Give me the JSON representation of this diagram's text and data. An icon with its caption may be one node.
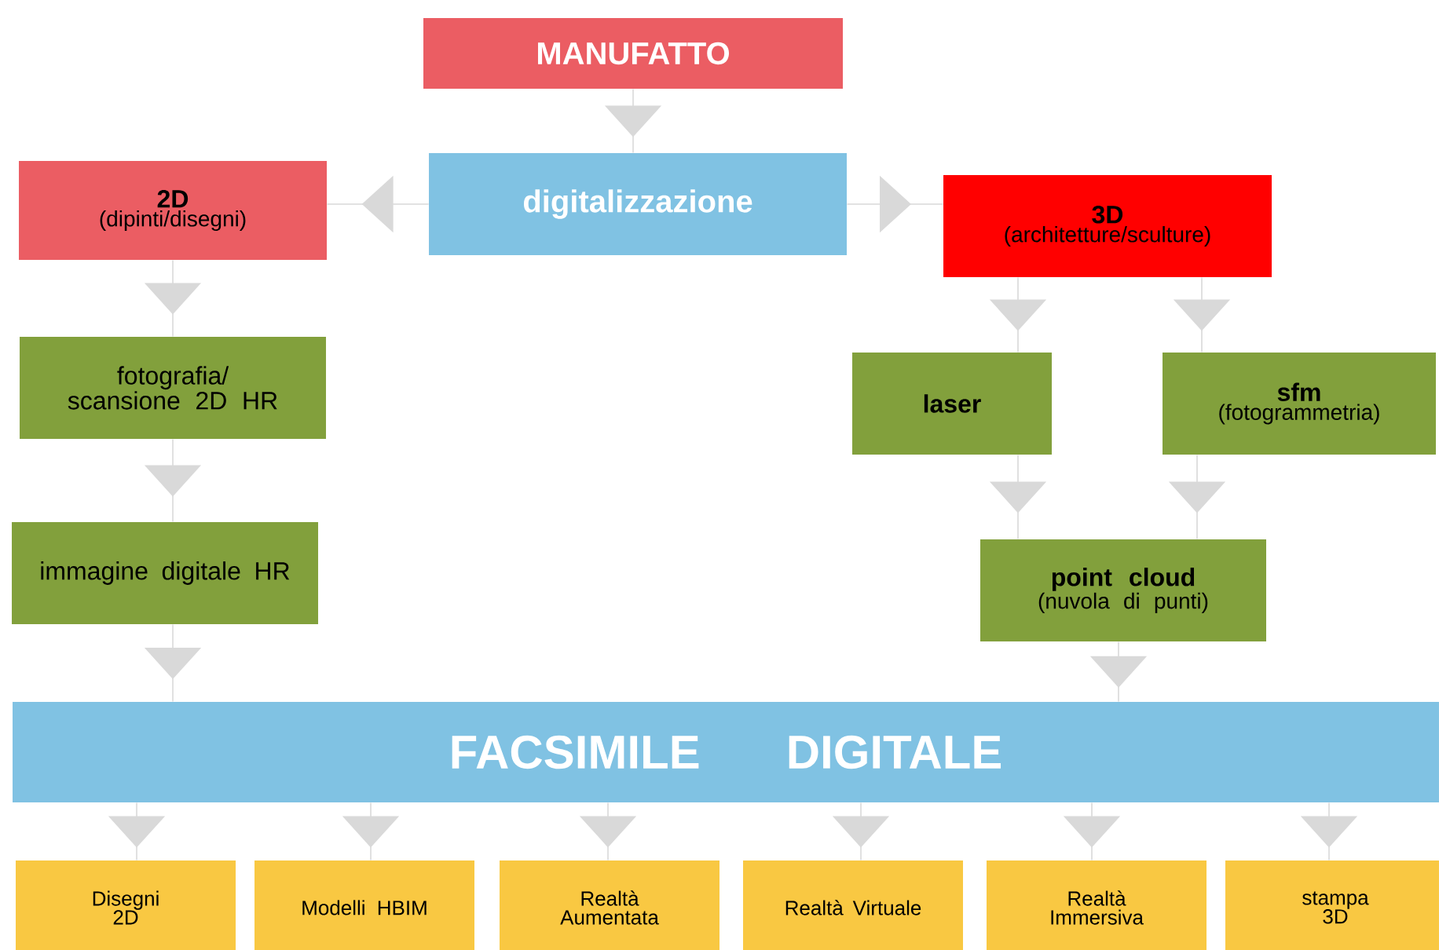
{
  "diagram": {
    "nodes": [
      {
        "text": [
          "MANUFATTO"
        ]
      },
      {
        "text": [
          "digitalizzazione"
        ]
      },
      {
        "text": [
          "2D",
          "(dipinti/disegni)"
        ]
      },
      {
        "text": [
          "3D",
          "(architetture/sculture)"
        ]
      },
      {
        "text": [
          "fotografia/ scansione 2D HR"
        ]
      },
      {
        "text": [
          "laser"
        ]
      },
      {
        "text": [
          "sfm",
          "(fotogrammetria)"
        ]
      },
      {
        "text": [
          "immagine digitale HR"
        ]
      },
      {
        "text": [
          "point cloud",
          "(nuvola di punti)"
        ]
      },
      {
        "text": [
          "FACSIMILE DIGITALE"
        ]
      },
      {
        "text": [
          "Disegni 2D"
        ]
      },
      {
        "text": [
          "Modelli HBIM"
        ]
      },
      {
        "text": [
          "Realtà Aumentata"
        ]
      },
      {
        "text": [
          "Realtà Virtuale"
        ]
      },
      {
        "text": [
          "Realtà Immersiva"
        ]
      },
      {
        "text": [
          "stampa 3D"
        ]
      }
    ],
    "edges": [
      {
        "from": 0,
        "to": 1,
        "arrow": "to"
      },
      {
        "from": 1,
        "to": 2,
        "arrow": "to"
      },
      {
        "from": 1,
        "to": 3,
        "arrow": "to"
      },
      {
        "from": 2,
        "to": 4,
        "arrow": "to"
      },
      {
        "from": 4,
        "to": 7,
        "arrow": "to"
      },
      {
        "from": 7,
        "to": 9,
        "arrow": "to"
      },
      {
        "from": 3,
        "to": 5,
        "arrow": "to"
      },
      {
        "from": 3,
        "to": 6,
        "arrow": "to"
      },
      {
        "from": 5,
        "to": 8,
        "arrow": "to"
      },
      {
        "from": 6,
        "to": 8,
        "arrow": "to"
      },
      {
        "from": 8,
        "to": 9,
        "arrow": "to"
      },
      {
        "from": 9,
        "to": 10,
        "arrow": "to"
      },
      {
        "from": 9,
        "to": 11,
        "arrow": "to"
      },
      {
        "from": 9,
        "to": 12,
        "arrow": "to"
      },
      {
        "from": 9,
        "to": 13,
        "arrow": "to"
      },
      {
        "from": 9,
        "to": 14,
        "arrow": "to"
      },
      {
        "from": 9,
        "to": 15,
        "arrow": "to"
      }
    ]
  }
}
